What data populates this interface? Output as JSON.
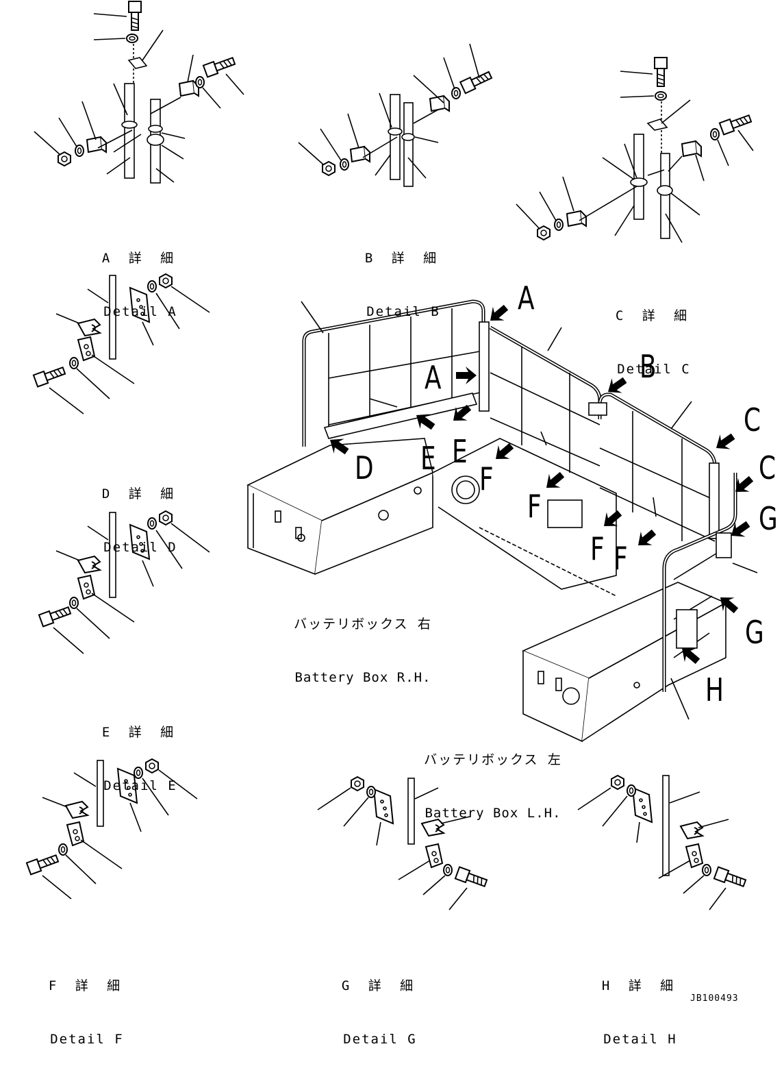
{
  "details": {
    "A": {
      "jp": "A 詳 細",
      "en": "Detail A"
    },
    "B": {
      "jp": "B 詳 細",
      "en": "Detail B"
    },
    "C": {
      "jp": "C 詳 細",
      "en": "Detail C"
    },
    "D": {
      "jp": "D 詳 細",
      "en": "Detail D"
    },
    "E": {
      "jp": "E 詳 細",
      "en": "Detail E"
    },
    "F": {
      "jp": "F 詳 細",
      "en": "Detail F"
    },
    "G": {
      "jp": "G 詳 細",
      "en": "Detail G"
    },
    "H": {
      "jp": "H 詳 細",
      "en": "Detail H"
    }
  },
  "battery_rh": {
    "jp": "バッテリボックス 右",
    "en": "Battery Box R.H."
  },
  "battery_lh": {
    "jp": "バッテリボックス 左",
    "en": "Battery Box L.H."
  },
  "callouts": {
    "A": "A",
    "B": "B",
    "C": "C",
    "D": "D",
    "E": "E",
    "F": "F",
    "G": "G",
    "H": "H"
  },
  "drawing_code": "JB100493"
}
